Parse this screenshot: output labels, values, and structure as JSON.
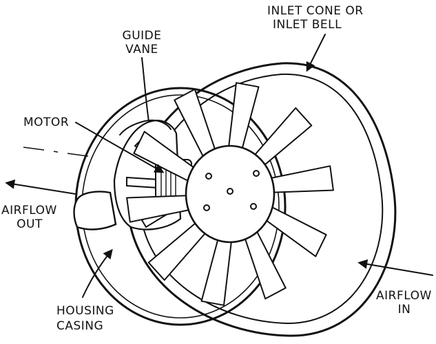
{
  "labels": {
    "inlet_line1": "INLET CONE OR",
    "inlet_line2": "INLET BELL",
    "guide_line1": "GUIDE",
    "guide_line2": "VANE",
    "motor": "MOTOR",
    "out_line1": "AIRFLOW",
    "out_line2": "OUT",
    "housing_line1": "HOUSING",
    "housing_line2": "CASING",
    "in_line1": "AIRFLOW",
    "in_line2": "IN"
  },
  "blade_count": 10,
  "colors": {
    "ink": "#111111",
    "paper": "#ffffff"
  }
}
